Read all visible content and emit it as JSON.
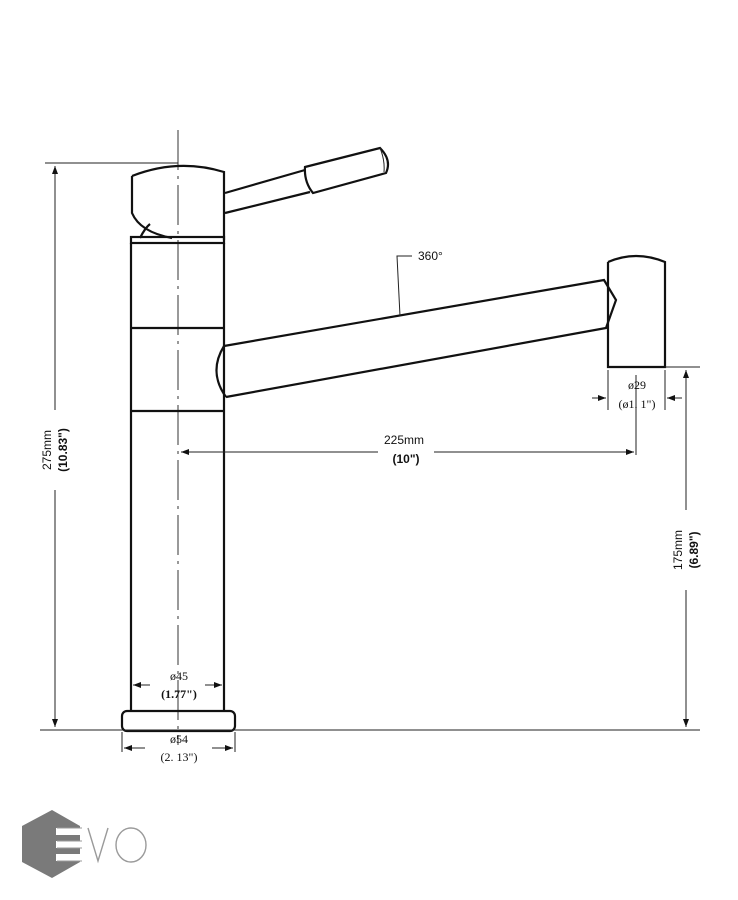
{
  "drawing": {
    "rotation_label": "360°",
    "spout_reach": {
      "metric": "225mm",
      "imperial": "(10\")"
    },
    "total_height": {
      "metric": "275mm",
      "imperial": "(10.83\")"
    },
    "spout_height": {
      "metric": "175mm",
      "imperial": "(6.89\")"
    },
    "spout_outlet_diameter": {
      "metric": "ø29",
      "imperial": "(ø1. 1\")"
    },
    "body_diameter": {
      "metric": "ø45",
      "imperial": "(1.77\")"
    },
    "base_diameter": {
      "metric": "ø54",
      "imperial": "(2. 13\")"
    }
  },
  "logo": {
    "text": "EVO",
    "colors": {
      "hexagon": "#7a7a7a",
      "outline": "#9a9a9a"
    }
  }
}
